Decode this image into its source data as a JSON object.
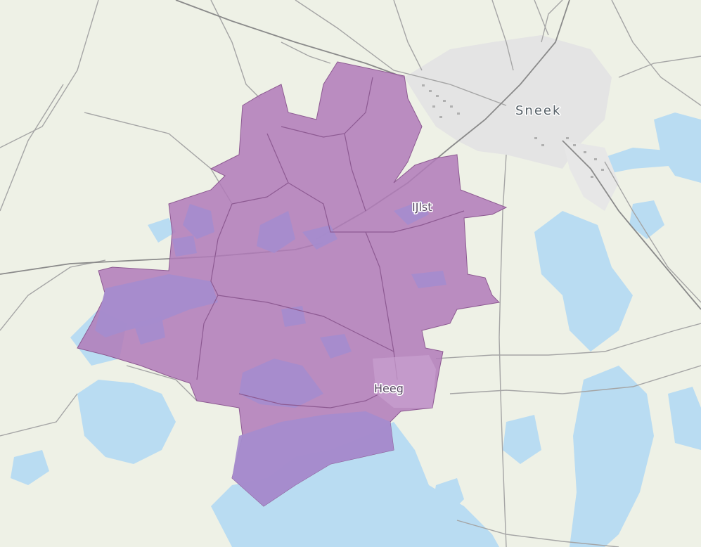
{
  "map": {
    "places": {
      "sneek": "Sneek",
      "ijlst": "IJlst",
      "heeg": "Heeg"
    },
    "colors": {
      "land": "#eef1e6",
      "water": "#b9dcf2",
      "urban": "#e4e4e4",
      "road": "#9a9a9a",
      "railway": "#8a8a8a",
      "region_fill": "#b07ab8",
      "region_water": "#a58ccd",
      "region_border": "#8d5a92"
    },
    "highlighted_region": "municipality area (purple overlay)"
  }
}
